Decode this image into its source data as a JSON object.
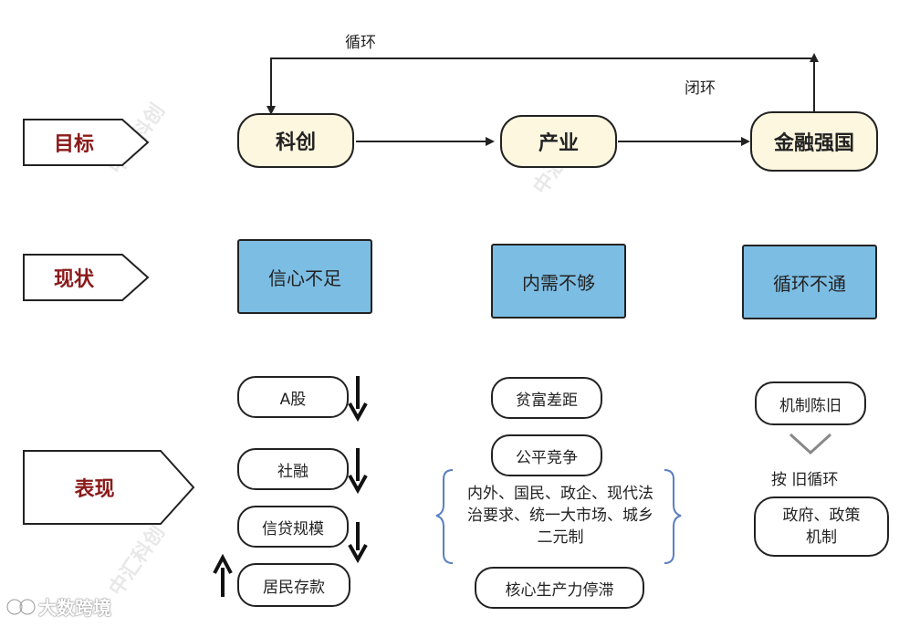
{
  "loop_labels": {
    "cycle": "循环",
    "closed_loop": "闭环"
  },
  "categories": {
    "goal": "目标",
    "status": "现状",
    "symptom": "表现"
  },
  "goals": [
    "科创",
    "产业",
    "金融强国"
  ],
  "status": [
    "信心不足",
    "内需不够",
    "循环不通"
  ],
  "col1": {
    "items": [
      "A股",
      "社融",
      "信贷规模",
      "居民存款"
    ],
    "trends": [
      "down",
      "down",
      "down",
      "up"
    ]
  },
  "col2": {
    "items": [
      "贫富差距",
      "公平竞争"
    ],
    "brace_lines": [
      "内外、国民、政企、现代法",
      "治要求、统一大市场、城乡",
      "二元制"
    ],
    "bottom_item": "核心生产力停滞"
  },
  "col3": {
    "top_item": "机制陈旧",
    "text": "按 旧循环",
    "bottom_lines": [
      "政府、政策",
      "机制"
    ]
  },
  "watermarks": [
    "中汇科创",
    "中汇科创",
    "中汇科创"
  ],
  "logo": {
    "text": "大数跨境"
  }
}
